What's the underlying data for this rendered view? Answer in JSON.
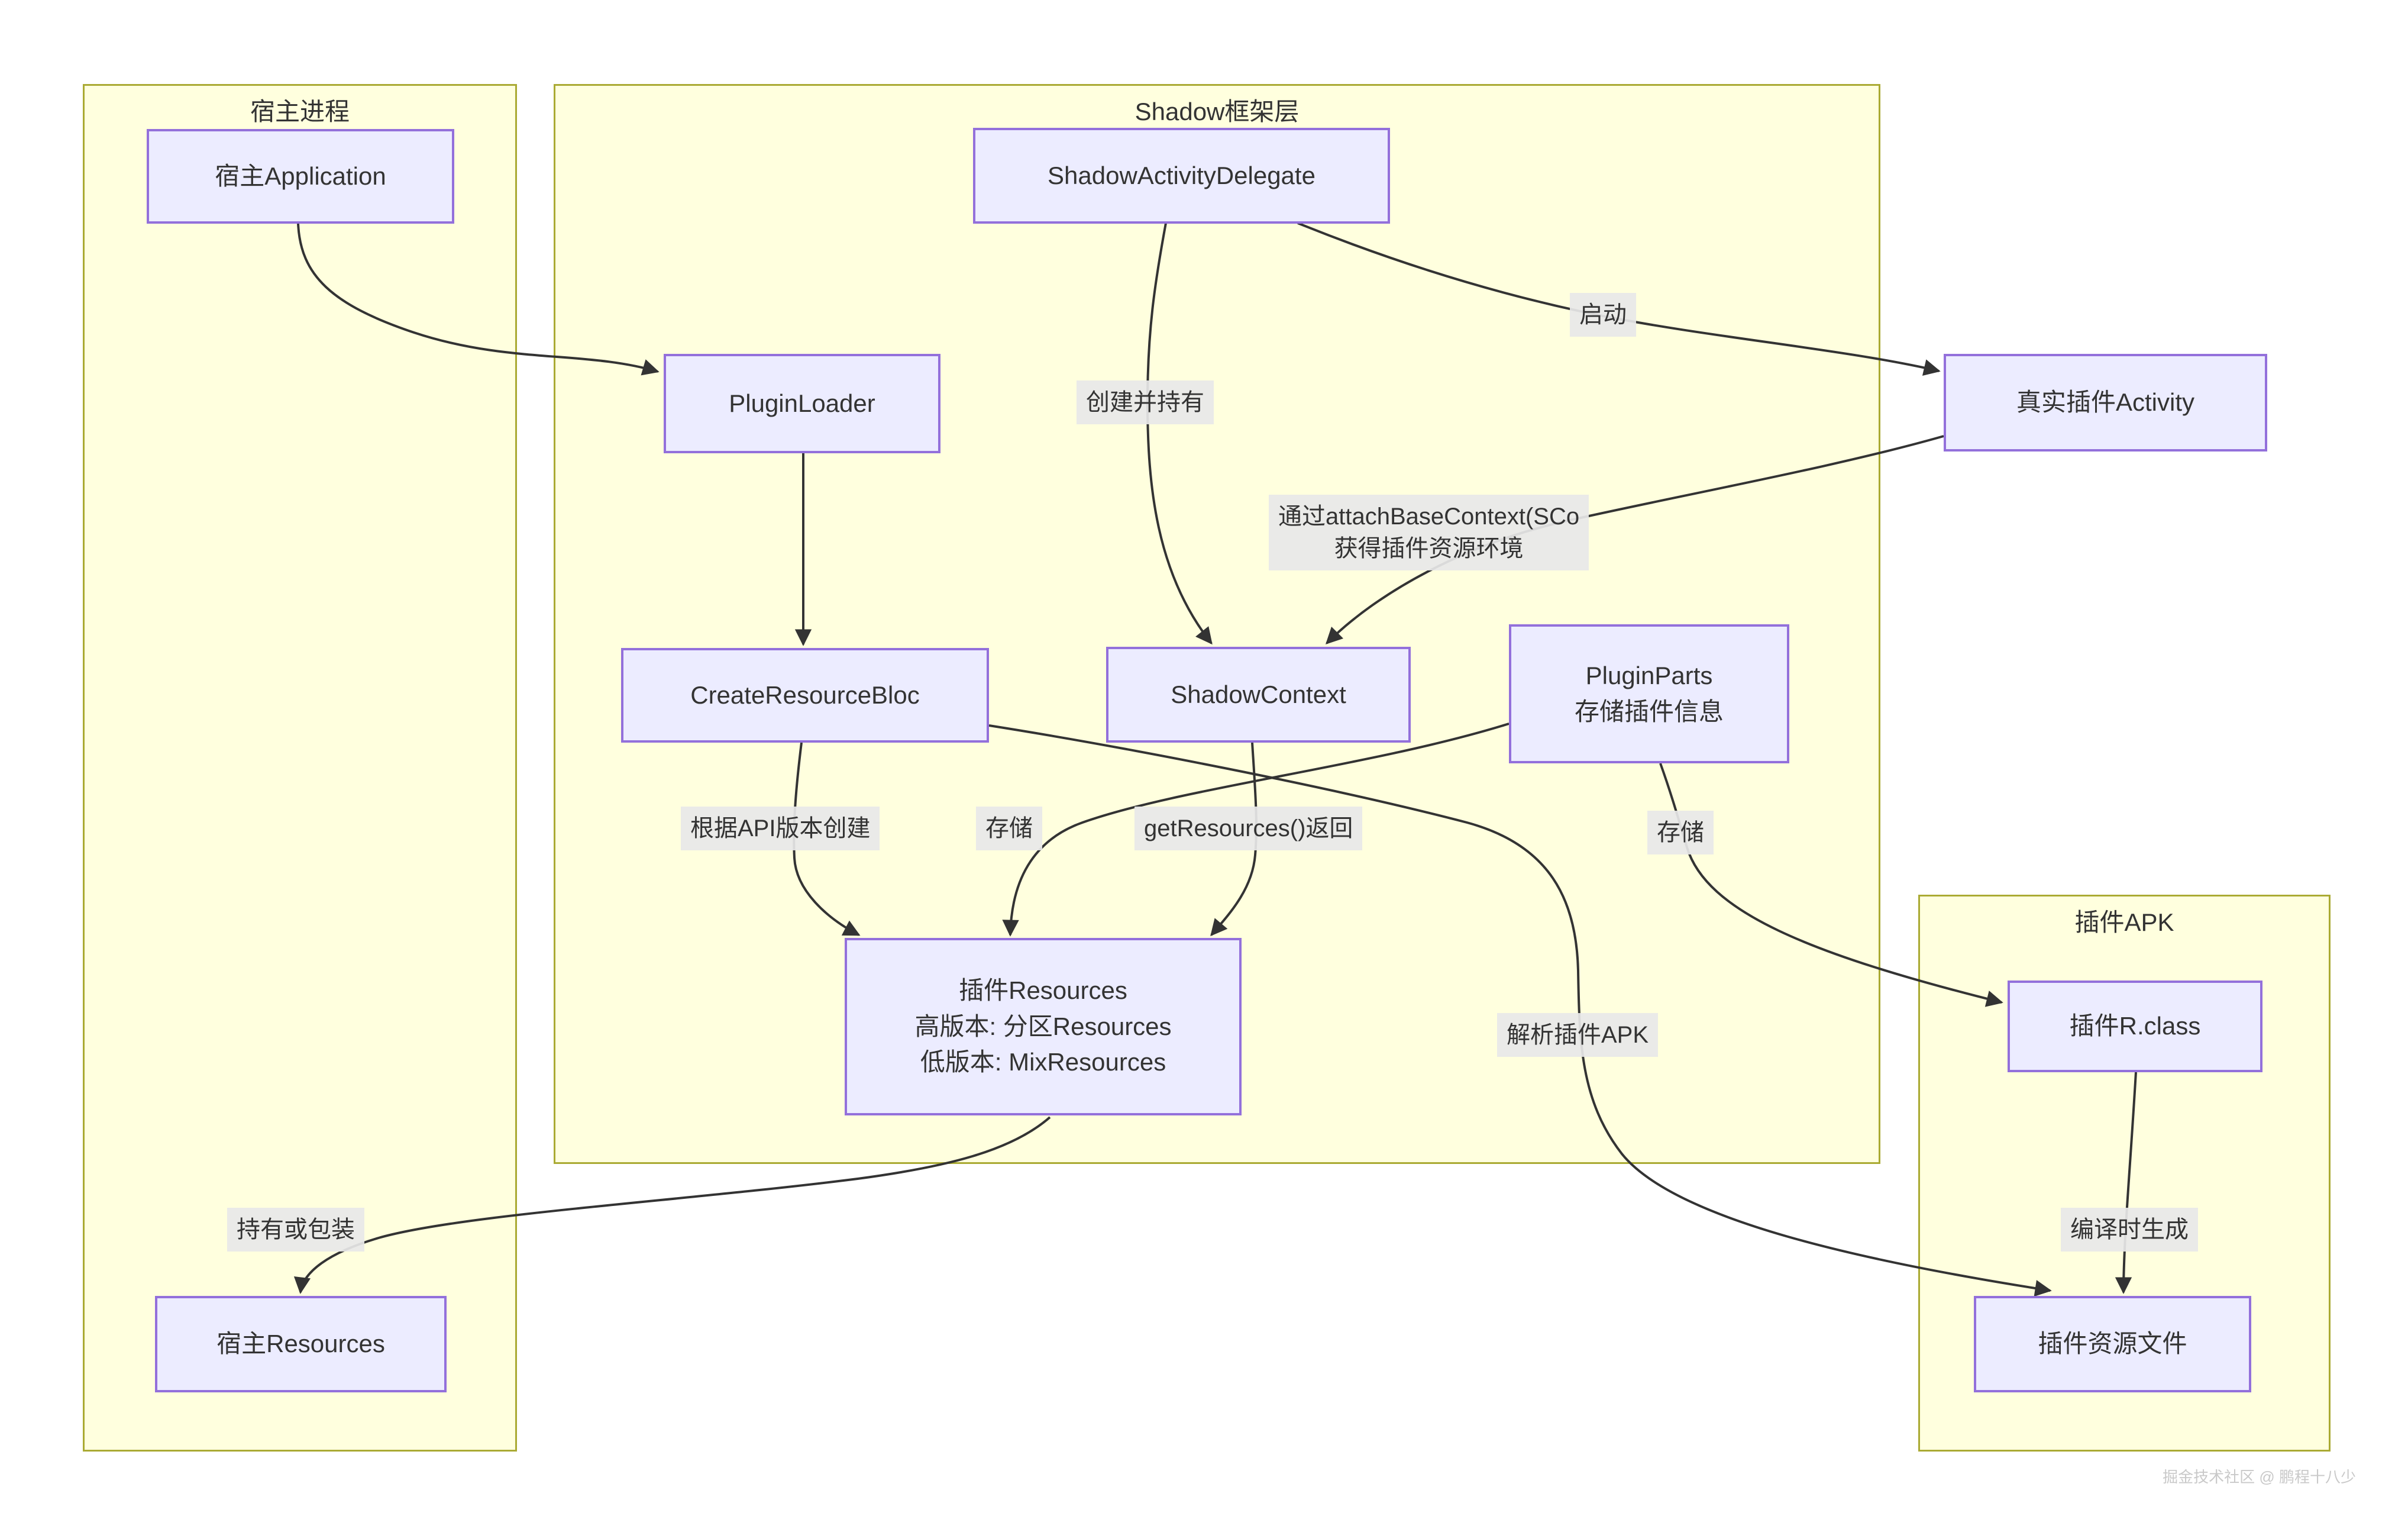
{
  "diagram": {
    "containers": {
      "host": {
        "title": "宿主进程"
      },
      "shadow": {
        "title": "Shadow框架层"
      },
      "apk": {
        "title": "插件APK"
      }
    },
    "nodes": {
      "host_application": {
        "label": "宿主Application"
      },
      "shadow_activity_delegate": {
        "label": "ShadowActivityDelegate"
      },
      "plugin_loader": {
        "label": "PluginLoader"
      },
      "real_plugin_activity": {
        "label": "真实插件Activity"
      },
      "create_resource_bloc": {
        "label": "CreateResourceBloc"
      },
      "shadow_context": {
        "label": "ShadowContext"
      },
      "plugin_parts": {
        "lines": [
          "PluginParts",
          "存储插件信息"
        ]
      },
      "plugin_resources": {
        "lines": [
          "插件Resources",
          "高版本: 分区Resources",
          "低版本: MixResources"
        ]
      },
      "plugin_r_class": {
        "label": "插件R.class"
      },
      "host_resources": {
        "label": "宿主Resources"
      },
      "plugin_resource_file": {
        "label": "插件资源文件"
      }
    },
    "edge_labels": {
      "launch": "启动",
      "create_and_hold": "创建并持有",
      "attach_line1": "通过attachBaseContext(SCo",
      "attach_line2": "获得插件资源环境",
      "create_by_api_version": "根据API版本创建",
      "store_left": "存储",
      "get_resources_return": "getResources()返回",
      "store_right": "存储",
      "parse_plugin_apk": "解析插件APK",
      "hold_or_wrap": "持有或包装",
      "generated_at_compile_time": "编译时生成"
    },
    "edges": [
      {
        "from": "宿主Application",
        "to": "PluginLoader",
        "label": ""
      },
      {
        "from": "ShadowActivityDelegate",
        "to": "真实插件Activity",
        "label": "启动"
      },
      {
        "from": "ShadowActivityDelegate",
        "to": "ShadowContext",
        "label": "创建并持有"
      },
      {
        "from": "真实插件Activity",
        "to": "ShadowContext",
        "label": "通过attachBaseContext(SCo 获得插件资源环境"
      },
      {
        "from": "PluginLoader",
        "to": "CreateResourceBloc",
        "label": ""
      },
      {
        "from": "CreateResourceBloc",
        "to": "插件Resources",
        "label": "根据API版本创建"
      },
      {
        "from": "PluginParts",
        "to": "插件Resources",
        "label": "存储"
      },
      {
        "from": "ShadowContext",
        "to": "插件Resources",
        "label": "getResources()返回"
      },
      {
        "from": "PluginParts",
        "to": "插件R.class",
        "label": "存储"
      },
      {
        "from": "CreateResourceBloc",
        "to": "插件资源文件",
        "label": "解析插件APK"
      },
      {
        "from": "插件Resources",
        "to": "宿主Resources",
        "label": "持有或包装"
      },
      {
        "from": "插件R.class",
        "to": "插件资源文件",
        "label": "编译时生成"
      }
    ],
    "colors": {
      "node_fill": "#ececff",
      "node_border": "#9370db",
      "cluster_fill": "#ffffde",
      "cluster_border": "#aaaa33",
      "edge_stroke": "#333333",
      "edge_label_bg": "#e8e8e8",
      "text": "#333333",
      "background": "#ffffff"
    },
    "watermark": "掘金技术社区 @ 鹏程十八少"
  }
}
